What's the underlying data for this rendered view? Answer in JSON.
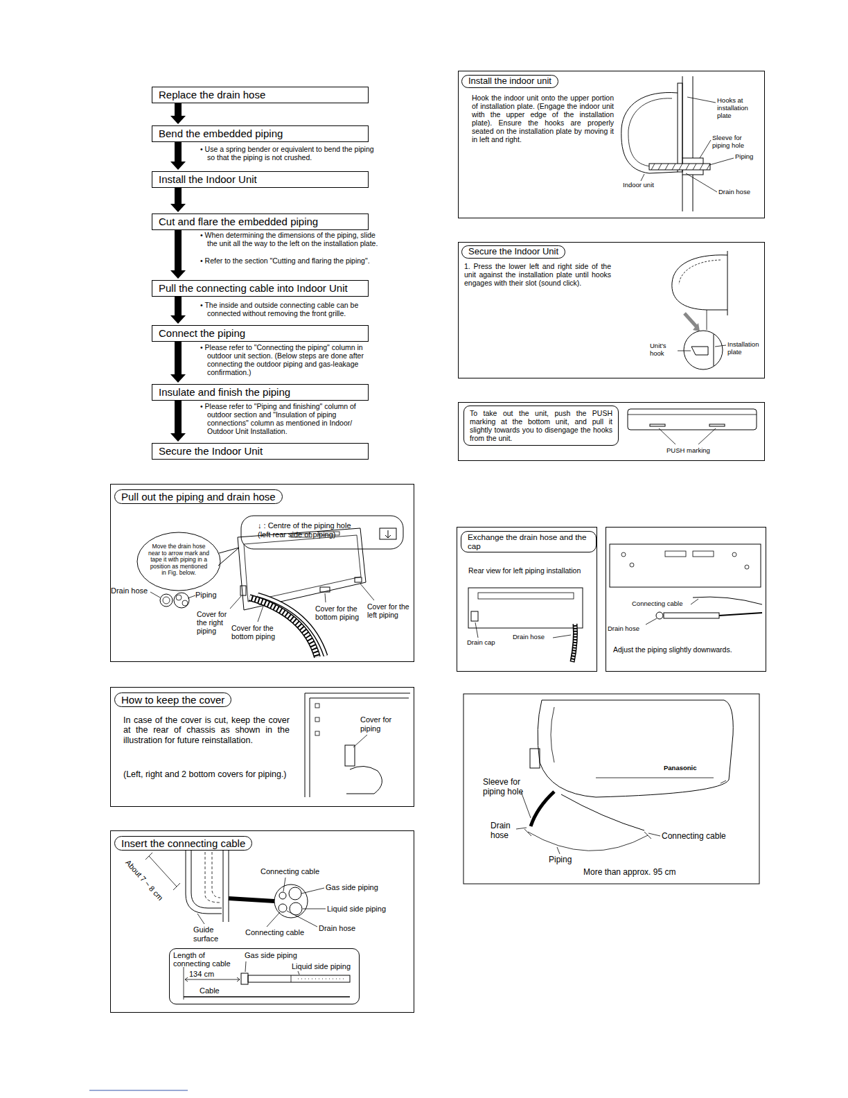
{
  "diagram": {
    "nodes": [
      {
        "text": [
          "Replace the drain hose"
        ]
      },
      {
        "text": [
          "Bend the embedded piping"
        ]
      },
      {
        "text": [
          "Install the Indoor Unit"
        ]
      },
      {
        "text": [
          "Cut and flare the embedded piping"
        ]
      },
      {
        "text": [
          "Pull the connecting cable into Indoor Unit"
        ]
      },
      {
        "text": [
          "Connect the piping"
        ]
      },
      {
        "text": [
          "Insulate and finish the piping"
        ]
      },
      {
        "text": [
          "Secure the Indoor Unit"
        ]
      },
      {
        "text": [
          "Pull out the piping and drain hose"
        ]
      },
      {
        "text": [
          "How to keep the cover",
          "In case of the cover is cut, keep the cover at the rear of chassis as shown in the illustration for future reinstallation.",
          "(Left, right and 2 bottom covers for piping.)"
        ]
      },
      {
        "text": [
          "Insert the connecting cable"
        ]
      },
      {
        "text": [
          "Length of connecting cable",
          "Gas side piping",
          "Liquid side piping",
          "134 cm",
          "Cable"
        ],
        "in": 10
      },
      {
        "text": [
          "Install the indoor unit",
          "Hook the indoor unit onto the upper portion of installation plate. (Engage the indoor unit with the upper edge of the installation plate). Ensure the hooks are properly seated on the installation plate by moving it in left and right."
        ]
      },
      {
        "text": [
          "Secure the Indoor Unit",
          "1. Press the lower left and right side of the unit against the installation plate until hooks engages with their slot (sound click)."
        ]
      },
      {
        "text": [
          "To take out the unit, push the PUSH marking at the bottom unit, and pull it slightly towards you to disengage the hooks from the unit."
        ]
      },
      {
        "text": [
          "Exchange the drain hose and the cap",
          "Rear view for left piping installation"
        ]
      },
      {
        "text": [
          "Adjust the piping slightly downwards."
        ]
      }
    ],
    "edges": [
      {
        "from": 0,
        "to": 1,
        "arrow": "to"
      },
      {
        "from": 1,
        "to": 2,
        "arrow": "to"
      },
      {
        "from": 2,
        "to": 3,
        "arrow": "to"
      },
      {
        "from": 3,
        "to": 4,
        "arrow": "to"
      },
      {
        "from": 4,
        "to": 5,
        "arrow": "to"
      },
      {
        "from": 5,
        "to": 6,
        "arrow": "to"
      },
      {
        "from": 6,
        "to": 7,
        "arrow": "to"
      }
    ],
    "labels": [
      "• Use a spring bender or equivalent to bend the piping so that the piping is not crushed.",
      "• When determining the dimensions of the piping, slide the unit all the way to the left on the installation plate.",
      "• Refer to the section \"Cutting and flaring the piping\".",
      "• The inside and outside connecting cable can be connected without removing the front grille.",
      "• Please refer to \"Connecting the piping\" column in outdoor unit section. (Below steps are done after connecting the outdoor piping and gas-leakage confirmation.)",
      "• Please refer to \"Piping and finishing\" column of outdoor section and \"Insulation of piping connections\" column as mentioned in Indoor/ Outdoor Unit Installation.",
      "↓ : Centre of the piping hole (left rear side of piping)",
      "Move the drain hose near to arrow mark and tape it with piping in a position as mentioned in Fig. below.",
      "Drain hose",
      "Piping",
      "Cover for the right piping",
      "Cover for the bottom piping",
      "Cover for the bottom piping",
      "Cover for the left piping",
      "Cover for piping",
      "About 7 ~ 8 cm",
      "Connecting cable",
      "Gas side piping",
      "Liquid side piping",
      "Guide surface",
      "Connecting cable",
      "Drain hose",
      "Hooks at installation plate",
      "Sleeve for piping hole",
      "Piping",
      "Indoor unit",
      "Drain hose",
      "Unit's hook",
      "Installation plate",
      "PUSH marking",
      "Drain cap",
      "Drain hose",
      "Connecting cable",
      "Drain hose",
      "Panasonic",
      "Sleeve for piping hole",
      "Drain hose",
      "Connecting cable",
      "Piping",
      "More than approx. 95 cm"
    ]
  }
}
